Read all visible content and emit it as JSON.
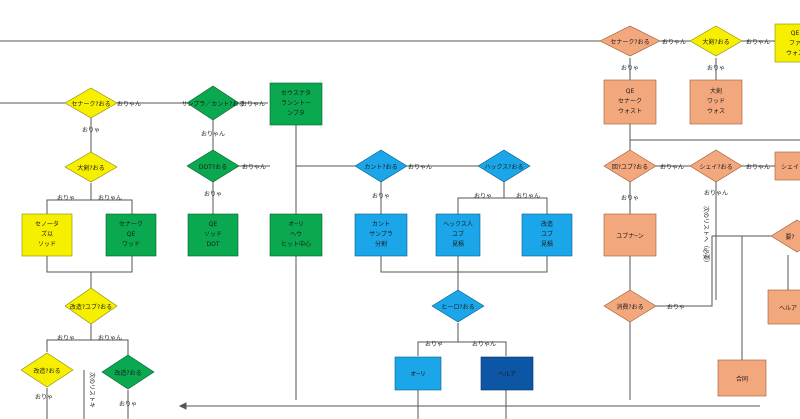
{
  "nodes": {
    "d_senaaku_left": "セナーク?おる",
    "d_sanpurakanto": "サンプラ／カント?おる",
    "d_daitenkai": "大剣?おる",
    "d_dotto": "DOT?おる",
    "d_kanto": "カント?おる",
    "d_hakushi": "ハックス?おる",
    "d_kaizou": "改造?ユブ?おる",
    "d_hirora": "ヒーロ?おる",
    "d_kaityou": "改造?おる",
    "d_kaiteki": "改造?おる",
    "d_senaaku_top": "セナーク?おる",
    "d_daiken_top": "大剣?おる",
    "d_kaisou_right": "回?ユブ?おる",
    "d_sheido": "シェイ?おる",
    "d_shouhi": "消費?おる",
    "d_sheifu": "シェイ",
    "d_kyuusi": "要?",
    "b_senaaku_lg": [
      "セノータ",
      "ズ以",
      "ソッド"
    ],
    "b_senaaku_dg": [
      "セナーク",
      "QE",
      "ワッド"
    ],
    "b_qe_dot": [
      "QE",
      "ソッド",
      "DOT"
    ],
    "b_top_dg": [
      "セウスナタ",
      "ランントー",
      "ンブタ"
    ],
    "b_mid_dg": [
      "オ─リ",
      "ヘウ",
      "ヒット中心"
    ],
    "b_kanto_blue": [
      "カント",
      "サンプラ",
      "分割"
    ],
    "b_hakushi_blue": [
      "ヘックス人",
      "ユブ",
      "見積"
    ],
    "b_kaizou_blue": [
      "改造",
      "ユブ",
      "見積"
    ],
    "b_orig_blue": [
      "オ─リ"
    ],
    "b_kanri_navy": [
      "ヘルア"
    ],
    "b_qe_sena_orange": [
      "QE",
      "セナーク",
      "ウォスト"
    ],
    "b_daiken_orange": [
      "大剣",
      "ワッド",
      "ウォス"
    ],
    "b_yubu_orange": [
      "ユブナ─ン"
    ],
    "b_sanpuru_orange": [
      "合同"
    ],
    "b_qeright_yellow": [
      "QE",
      "ファ",
      "ウォス"
    ],
    "b_right_orange": [
      "ヘルア"
    ],
    "vert_text_1": "次のリストキ",
    "vert_text_2": "次のリストへ（必要）"
  },
  "edges": {
    "yes": "おりゃ",
    "no": "おりゃん"
  },
  "colors": {
    "yellow": "#f7ef00",
    "green": "#0aa84f",
    "blue": "#1aa6e8",
    "navy": "#0d56a6",
    "orange": "#f3a77c"
  }
}
